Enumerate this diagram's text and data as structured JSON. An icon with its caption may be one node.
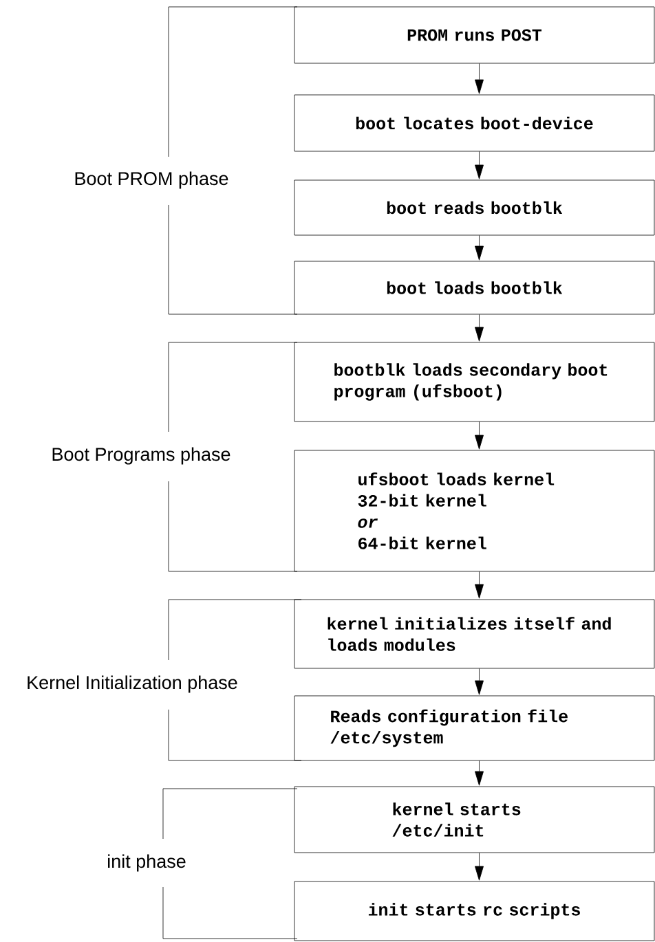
{
  "diagram": {
    "nodes": [
      {
        "text": [
          "PROM runs POST"
        ]
      },
      {
        "text": [
          "boot locates boot-device"
        ]
      },
      {
        "text": [
          "boot reads bootblk"
        ]
      },
      {
        "text": [
          "boot loads bootblk"
        ]
      },
      {
        "text": [
          "**bootblk loads secondary boot program** (ufsboot)"
        ]
      },
      {
        "text": [
          "ufsboot loads kernel",
          "32-bit kernel",
          "*or*",
          "64-bit kernel"
        ]
      },
      {
        "text": [
          "kernel initializes itself and loads modules"
        ]
      },
      {
        "text": [
          "Reads configuration file /etc/system"
        ]
      },
      {
        "text": [
          "kernel starts /etc/init"
        ]
      },
      {
        "text": [
          "init starts rc scripts"
        ]
      }
    ],
    "edges": [
      {
        "from": 0,
        "to": 1,
        "arrow": "to"
      },
      {
        "from": 1,
        "to": 2,
        "arrow": "to"
      },
      {
        "from": 2,
        "to": 3,
        "arrow": "to"
      },
      {
        "from": 3,
        "to": 4,
        "arrow": "to"
      },
      {
        "from": 4,
        "to": 5,
        "arrow": "to"
      },
      {
        "from": 5,
        "to": 6,
        "arrow": "to"
      },
      {
        "from": 6,
        "to": 7,
        "arrow": "to"
      },
      {
        "from": 7,
        "to": 8,
        "arrow": "to"
      },
      {
        "from": 8,
        "to": 9,
        "arrow": "to"
      }
    ],
    "labels": [
      "Boot PROM phase",
      "Boot Programs phase",
      "Kernel Initialization phase",
      "init phase"
    ]
  }
}
